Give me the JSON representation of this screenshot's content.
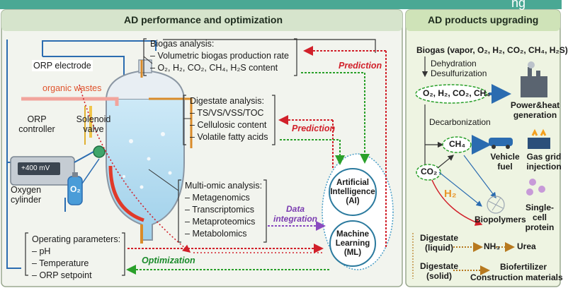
{
  "top_banner_text": "ng",
  "panel_left_title": "AD performance and optimization",
  "panel_right_title": "AD products upgrading",
  "reactor": {
    "orp_electrode": "ORP electrode",
    "organic_wastes": "organic wastes",
    "orp_controller": "ORP controller",
    "controller_display": "+400 mV",
    "solenoid_valve": "Solenoid valve",
    "oxygen_cylinder": "Oxygen cylinder",
    "cylinder_label": "O₂"
  },
  "biogas_analysis": {
    "title": "Biogas analysis:",
    "items": [
      "Volumetric biogas production rate",
      "O₂, H₂, CO₂, CH₄, H₂S content"
    ]
  },
  "digestate_analysis": {
    "title": "Digestate analysis:",
    "items": [
      "TS/VS/VSS/TOC",
      "Cellulosic content",
      "Volatile fatty acids"
    ]
  },
  "multiomic_analysis": {
    "title": "Multi-omic analysis:",
    "items": [
      "Metagenomics",
      "Transcriptomics",
      "Metaproteomics",
      "Metabolomics"
    ]
  },
  "operating_parameters": {
    "title": "Operating parameters:",
    "items": [
      "pH",
      "Temperature",
      "ORP setpoint"
    ]
  },
  "flow_labels": {
    "prediction_1": "Prediction",
    "prediction_2": "Prediction",
    "data_integration": "Data integration",
    "optimization": "Optimization"
  },
  "ai": {
    "line1": "Artificial",
    "line2": "Intelligence",
    "line3": "(AI)"
  },
  "ml": {
    "line1": "Machine",
    "line2": "Learning",
    "line3": "(ML)"
  },
  "upgrading": {
    "biogas": "Biogas (vapor, O₂, H₂, CO₂, CH₄, H₂S)",
    "dehydration": "Dehydration",
    "desulfurization": "Desulfurization",
    "gas_mix": "O₂, H₂, CO₂, CH₄",
    "power_heat": "Power&heat generation",
    "decarbonization": "Decarbonization",
    "ch4": "CH₄",
    "co2": "CO₂",
    "h2": "H₂",
    "vehicle_fuel": "Vehicle fuel",
    "gas_grid": "Gas grid injection",
    "biopolymers": "Biopolymers",
    "single_cell_protein": "Single-cell protein",
    "digestate_liquid": "Digestate (liquid)",
    "nh3": "NH₃",
    "urea": "Urea",
    "digestate_solid": "Digestate (solid)",
    "biofertilizer": "Biofertilizer",
    "construction": "Construction materials"
  },
  "colors": {
    "banner": "#4aa894",
    "left_panel": "#f2f4ee",
    "right_panel": "#eef4e2",
    "header_left": "#d6e4cc",
    "header_right": "#cfe3b8",
    "prediction_red": "#d1202a",
    "optimization_green": "#2aa02a",
    "integration_purple": "#8a4bc0"
  }
}
